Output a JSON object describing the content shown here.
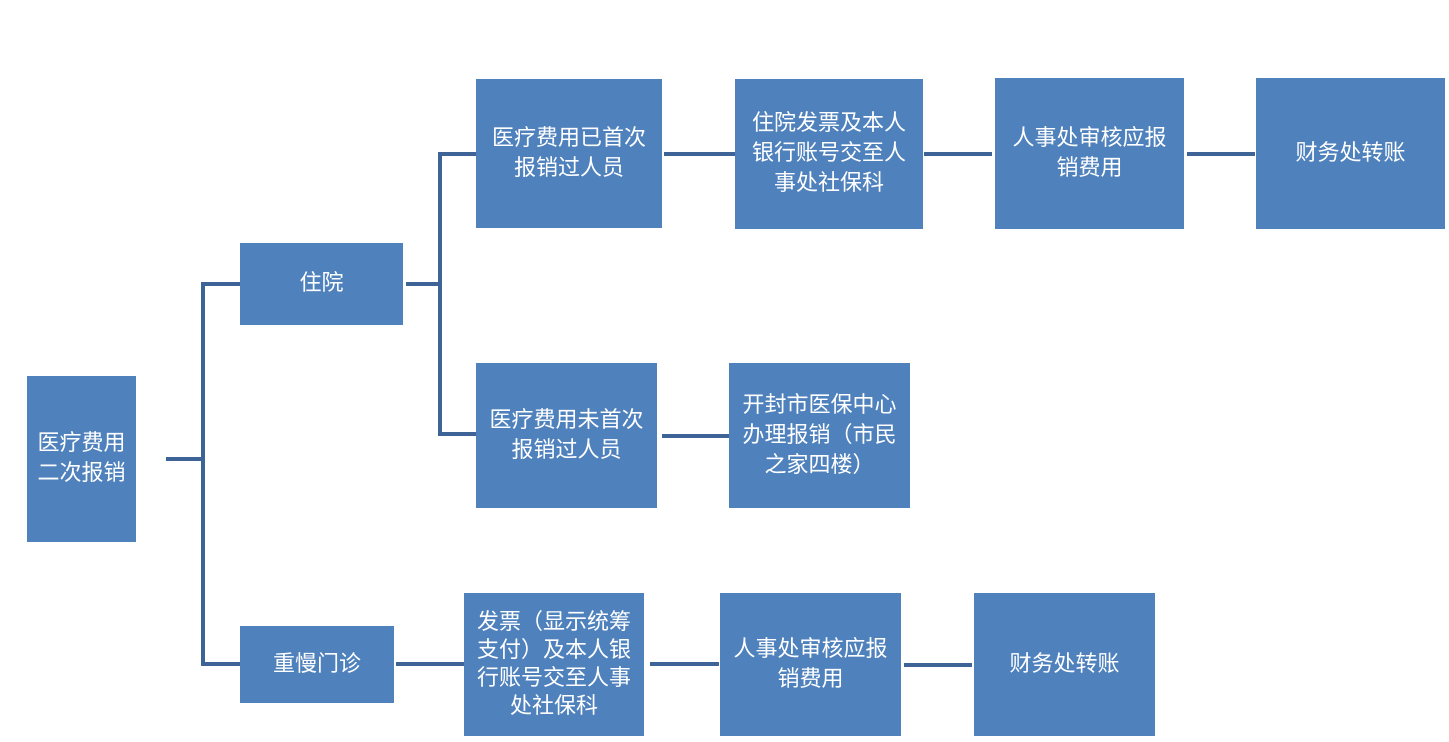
{
  "diagram": {
    "root": {
      "label": "医疗费用二次报销"
    },
    "branches": {
      "inpatient": {
        "label": "住院",
        "paths": {
          "reimbursed_before": {
            "label": "医疗费用已首次报销过人员",
            "steps": [
              "住院发票及本人银行账号交至人事处社保科",
              "人事处审核应报销费用",
              "财务处转账"
            ]
          },
          "not_reimbursed_before": {
            "label": "医疗费用未首次报销过人员",
            "steps": [
              "开封市医保中心办理报销（市民之家四楼）"
            ]
          }
        }
      },
      "chronic_outpatient": {
        "label": "重慢门诊",
        "steps": [
          "发票（显示统筹支付）及本人银行账号交至人事处社保科",
          "人事处审核应报销费用",
          "财务处转账"
        ]
      }
    },
    "colors": {
      "node_fill": "#4f81bd",
      "connector": "#3e6497",
      "node_text": "#ffffff"
    }
  }
}
